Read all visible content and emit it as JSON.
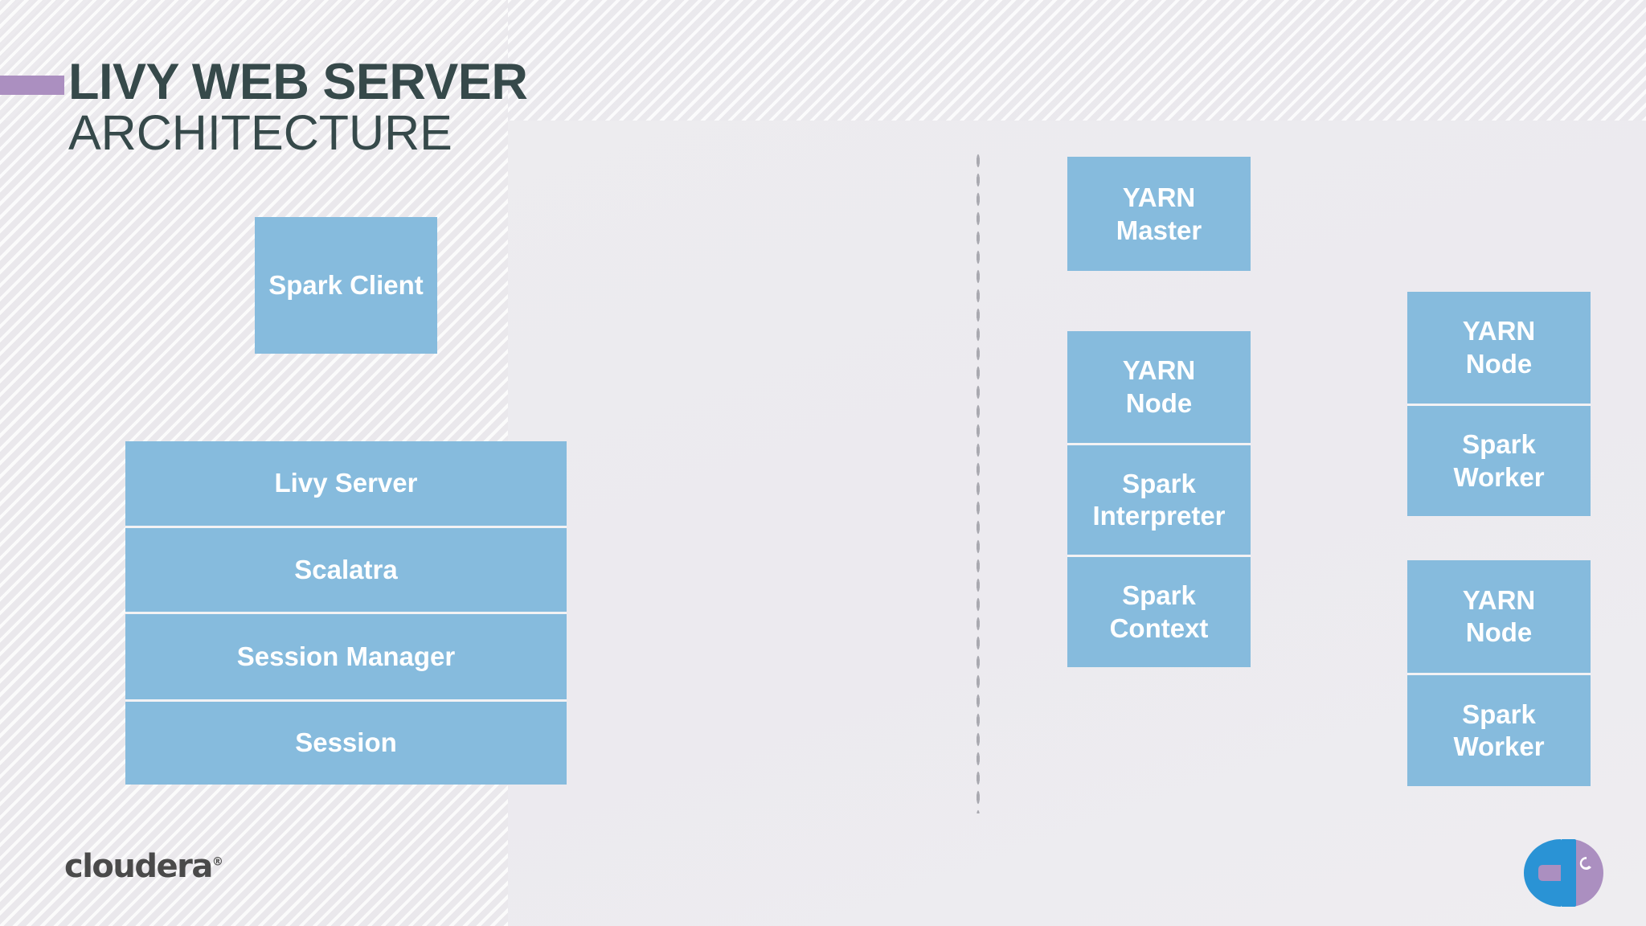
{
  "slide": {
    "title_main": "LIVY WEB SERVER",
    "title_sub": "ARCHITECTURE",
    "accent_color": "#ab8fc0",
    "title_color": "#36494a",
    "box_color": "#86bbdd",
    "box_text_color": "#ffffff",
    "background_color": "#eeeef0",
    "divider_color": "#a9a9b0"
  },
  "client_side": {
    "spark_client": {
      "label": "Spark Client"
    },
    "livy_stack": {
      "name": "livy-server-stack",
      "segments": [
        {
          "label": "Livy Server"
        },
        {
          "label": "Scalatra"
        },
        {
          "label": "Session Manager"
        },
        {
          "label": "Session"
        }
      ]
    }
  },
  "cluster_side": {
    "yarn_master": {
      "label_line1": "YARN",
      "label_line2": "Master"
    },
    "yarn_node_driver": {
      "name": "yarn-node-driver-stack",
      "segments": [
        {
          "label_line1": "YARN",
          "label_line2": "Node"
        },
        {
          "label_line1": "Spark",
          "label_line2": "Interpreter"
        },
        {
          "label_line1": "Spark",
          "label_line2": "Context"
        }
      ]
    },
    "yarn_node_worker_1": {
      "name": "yarn-node-worker-stack-1",
      "segments": [
        {
          "label_line1": "YARN",
          "label_line2": "Node"
        },
        {
          "label_line1": "Spark",
          "label_line2": "Worker"
        }
      ]
    },
    "yarn_node_worker_2": {
      "name": "yarn-node-worker-stack-2",
      "segments": [
        {
          "label_line1": "YARN",
          "label_line2": "Node"
        },
        {
          "label_line1": "Spark",
          "label_line2": "Worker"
        }
      ]
    }
  },
  "footer": {
    "cloudera_wordmark": "cloudera",
    "registered_mark": "®",
    "brand_logo_name": "hortonworks-cloudera-h-logo"
  }
}
